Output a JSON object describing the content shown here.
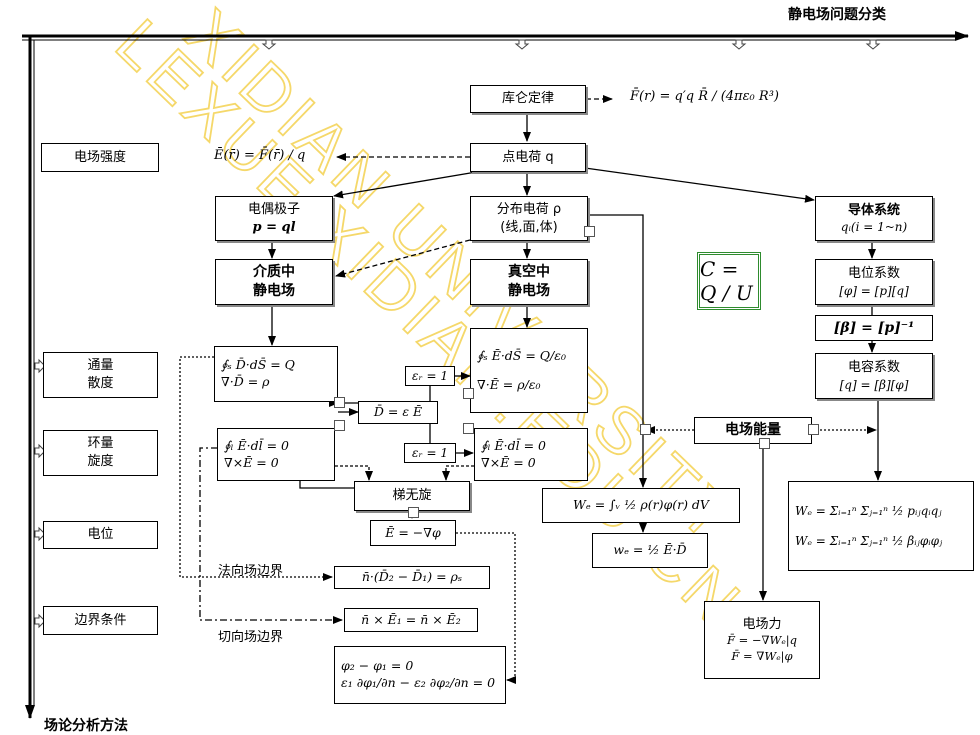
{
  "header": {
    "title": "静电场问题分类"
  },
  "footer": {
    "title": "场论分析方法"
  },
  "watermark": {
    "line1": "XIDIAN UNIVERSITY",
    "line2": "LEXUE.XIDIAN.EDU.CN"
  },
  "left_categories": [
    "电场强度",
    "通量\n散度",
    "环量\n旋度",
    "电位",
    "边界条件"
  ],
  "nodes": {
    "coulomb": "库仑定律",
    "coulomb_formula": "F̄(r) = q′q R̄ / (4πε₀ R³)",
    "point_charge": "点电荷 q",
    "e_field_formula": "Ē(r̄) = F̄(r̄) / q",
    "dipole_title": "电偶极子",
    "dipole_formula": "p = ql",
    "distributed_title": "分布电荷 ρ",
    "distributed_sub": "(线,面,体)",
    "conductor_title": "导体系统",
    "conductor_sub": "qᵢ(i = 1~n)",
    "dielectric_line1": "介质中",
    "dielectric_line2": "静电场",
    "vacuum_line1": "真空中",
    "vacuum_line2": "静电场",
    "capacitance_formula": "C = Q / U",
    "potential_coef_title": "电位系数",
    "potential_coef_formula": "[φ] = [p][q]",
    "beta_formula": "[β] = [p]⁻¹",
    "capacitance_coef_title": "电容系数",
    "capacitance_coef_formula": "[q] = [β][φ]",
    "gauss_d_1": "∮ₛ D̄·dS̄ = Q",
    "gauss_d_2": "∇·D̄ = ρ",
    "gauss_e_1": "∮ₛ Ē·dS̄ = Q/ε₀",
    "gauss_e_2": "∇·Ē = ρ/ε₀",
    "eps_r1_top": "εᵣ = 1",
    "eps_r1_bottom": "εᵣ = 1",
    "d_eq_eps_e": "D̄ = ε Ē",
    "curl_1a": "∮ₗ Ē·dl̄ = 0",
    "curl_1b": "∇×Ē = 0",
    "curl_2a": "∮ₗ Ē·dl̄ = 0",
    "curl_2b": "∇×Ē = 0",
    "energy": "电场能量",
    "irrotational": "梯无旋",
    "grad_potential": "Ē = −∇φ",
    "we_integral": "Wₑ = ∫ᵥ ½ ρ(r)φ(r) dV",
    "we_density": "wₑ = ½ Ē·D̄",
    "we_sum_1": "Wₑ = Σᵢ₌₁ⁿ Σⱼ₌₁ⁿ ½ pᵢⱼqᵢqⱼ",
    "we_sum_2": "Wₑ = Σᵢ₌₁ⁿ Σⱼ₌₁ⁿ ½ βᵢⱼφᵢφⱼ",
    "normal_bc_label": "法向场边界",
    "normal_bc_formula": "n̄·(D̄₂ − D̄₁) = ρₛ",
    "tangent_bc_formula": "n̄ × Ē₁ = n̄ × Ē₂",
    "tangent_bc_label": "切向场边界",
    "pot_bc_1": "φ₂ − φ₁ = 0",
    "pot_bc_2": "ε₁ ∂φ₁/∂n − ε₂ ∂φ₂/∂n = 0",
    "force_title": "电场力",
    "force_1": "F̄ = −∇Wₑ|q",
    "force_2": "F̄ = ∇Wₑ|φ"
  }
}
